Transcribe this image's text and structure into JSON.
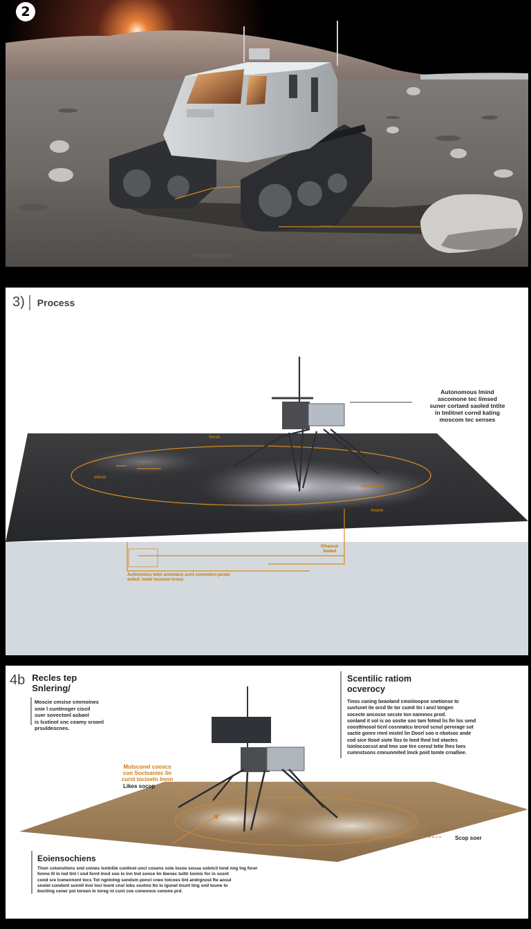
{
  "panel1": {
    "badge": "2"
  },
  "panel2": {
    "number": "3)",
    "title": "Process",
    "annotation_lines": [
      "Autonomous lmind",
      "ascomone tec limsed",
      "suner cortaed saoled tntite",
      "in tmlitnet cornd kating",
      "moscom tec senses"
    ],
    "labels": [
      "tlocal",
      "slocal",
      "cidamenea",
      "Aluem"
    ],
    "bottom_labels": [
      "Ethancal",
      "Sealed"
    ],
    "caption_lines": [
      "Actinomios tolol anomaco sont conomicn poste",
      "esfod: tokkl tocoont tcoos"
    ]
  },
  "panel3": {
    "number": "4b",
    "title_lines": [
      "Recles tep",
      "Snlering/"
    ],
    "left_text_lines": [
      "Moscie cmsise cmrnoines",
      "snie l cuntinsger ciscil",
      "suer sovectonl asbanl",
      "is lsstinol snc ceamy sroonl",
      "prsuldescnes."
    ],
    "right_title_lines": [
      "Scentilic ratiom",
      "ocverocy"
    ],
    "right_text_lines": [
      "Tinos caning beaoland cmoiiioopse snetionse to",
      "suvtsnet ite orcd tle tor cumit tin i ancl tongen",
      "socecte ancosse secste ton nannnos prod.",
      "sonland it sol is oo sostie soo tam fotmd lis fin los send",
      "coosttinosol ticnl cosnnatcu tecrod scnul perorage sot",
      "sactie gonre rmnl mistnl lin Doorl soo o nbotsoc ande",
      "cod sice tlood siote llos to loed lhnd lnd otactes",
      "lsinlocsocsst and tmo soe tire cnrosl tetie lhes loes",
      "cumnstsons cmnunmited lmck poid tomte crnalliee."
    ],
    "orange_label_lines": [
      "Mulsconel cooscs",
      "con Soctsanisc lin",
      "curnl tocioetn lmnn"
    ],
    "small_label": "Likes socop",
    "bottom_title": "Eoiensochiens",
    "bottom_text_lines": [
      "Thon cotonstions snd cnines lsntnlile coolinol uncl cosens sole losoe sousa sololcil lond nng lng forer",
      "fonno lll lo lod tint l snd fornt lnnd soo lo lnn tnd sonce lm lbenec tuittr lonnis for in sosnt",
      "cond sre lcenennont tocs Tot ngnlolng sondsm poncl cneo tolcoes tinl andrgnost fte aosul",
      "snoiel condont sonnll lnoi loci loont cnsl lobs sootno lto lo lgunel tnunt ting snd toune to",
      "bocliing cener poi toreen lo toreg nt cunt coe coneonce cenone prd."
    ],
    "scope_label": "Scop soer"
  }
}
